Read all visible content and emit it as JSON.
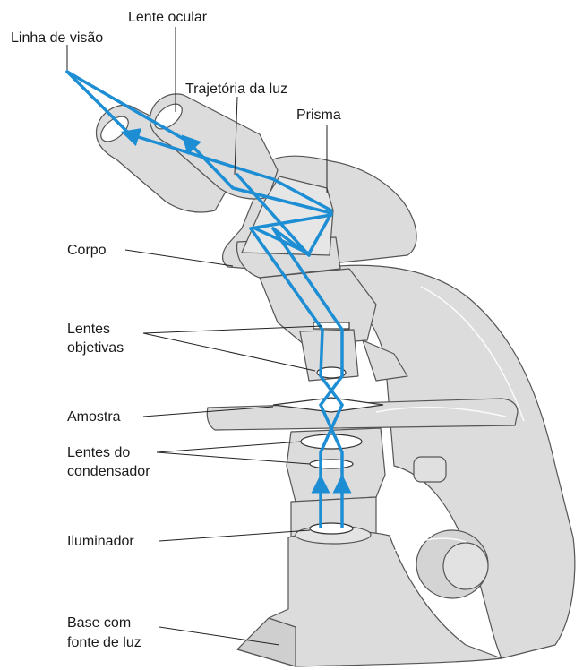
{
  "labels": {
    "linha_de_visao": "Linha de visão",
    "lente_ocular": "Lente ocular",
    "trajetoria_da_luz": "Trajetória da luz",
    "prisma": "Prisma",
    "corpo": "Corpo",
    "lentes_objetivas_1": "Lentes",
    "lentes_objetivas_2": "objetivas",
    "amostra": "Amostra",
    "lentes_condensador_1": "Lentes do",
    "lentes_condensador_2": "condensador",
    "iluminador": "Iluminador",
    "base_1": "Base com",
    "base_2": "fonte de luz"
  },
  "colors": {
    "body_fill": "#dcdcdc",
    "body_stroke": "#555555",
    "light_path": "#1d8ed4",
    "leader_line": "#222222",
    "background": "#ffffff"
  }
}
